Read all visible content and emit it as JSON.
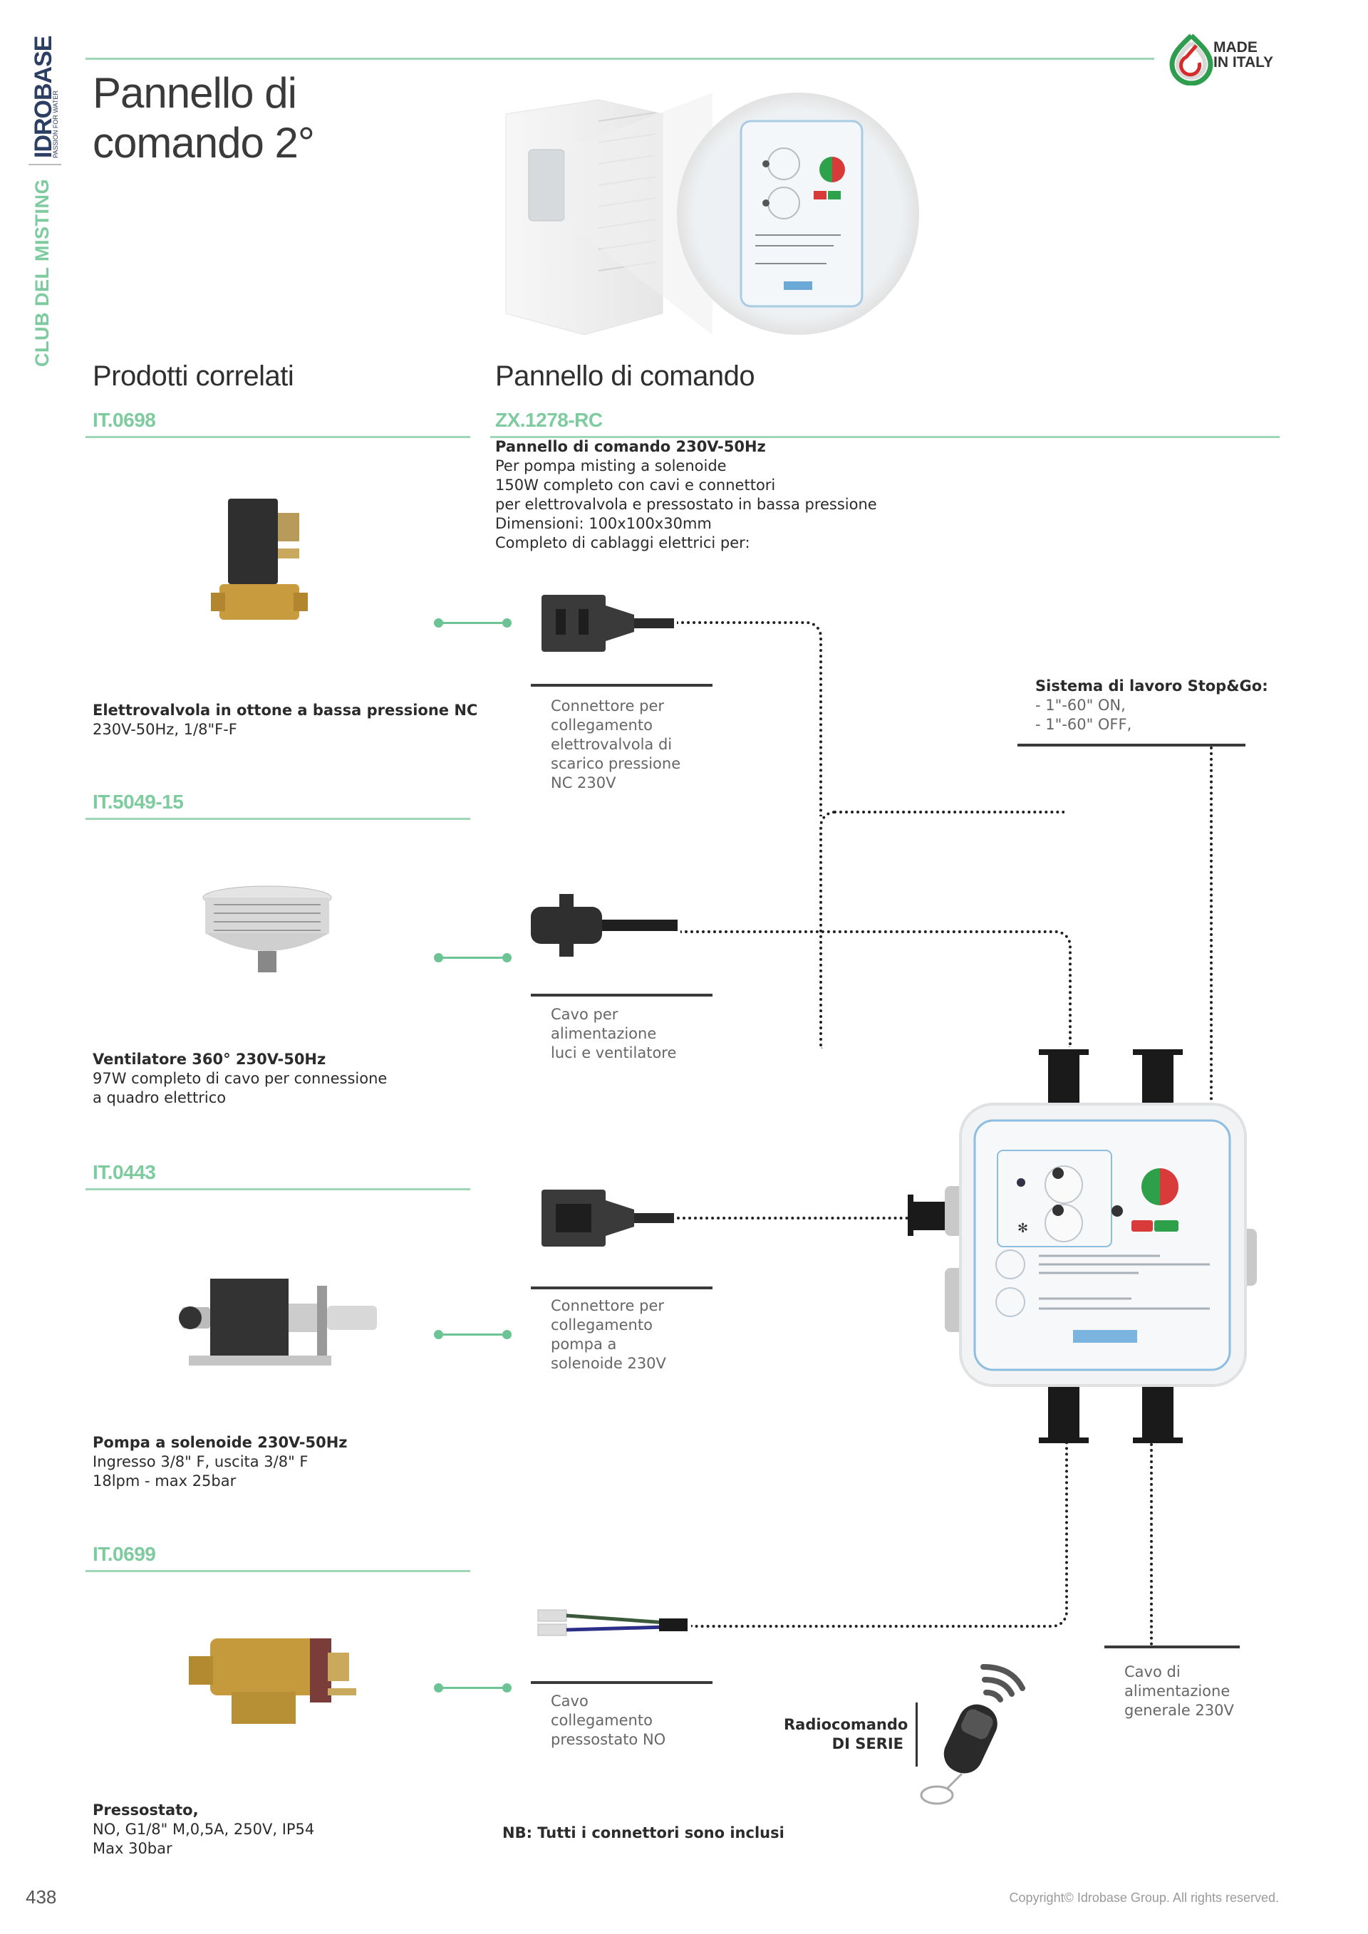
{
  "sidebar": {
    "brand": "IDROBASE",
    "brand_tagline": "PASSION FOR WATER",
    "section": "CLUB DEL MISTING"
  },
  "header": {
    "title_line1": "Pannello di",
    "title_line2": "comando 2°",
    "badge_line1": "MADE",
    "badge_line2": "IN ITALY"
  },
  "related": {
    "heading": "Prodotti correlati",
    "items": [
      {
        "code": "IT.0698",
        "name": "Elettrovalvola in ottone a bassa pressione NC",
        "details": [
          "230V-50Hz, 1/8\"F-F"
        ],
        "connector_caption": [
          "Connettore per",
          "collegamento",
          "elettrovalvola di",
          "scarico pressione",
          "NC 230V"
        ]
      },
      {
        "code": "IT.5049-15",
        "name": "Ventilatore 360° 230V-50Hz",
        "details": [
          "97W completo di cavo per connessione",
          "a quadro elettrico"
        ],
        "connector_caption": [
          "Cavo per",
          "alimentazione",
          "luci e ventilatore"
        ]
      },
      {
        "code": "IT.0443",
        "name": "Pompa a solenoide 230V-50Hz",
        "details": [
          "Ingresso 3/8\" F, uscita 3/8\" F",
          "18lpm - max 25bar"
        ],
        "connector_caption": [
          "Connettore per",
          "collegamento",
          "pompa a",
          "solenoide 230V"
        ]
      },
      {
        "code": "IT.0699",
        "name": "Pressostato,",
        "details": [
          "NO, G1/8\" M,0,5A, 250V, IP54",
          "Max 30bar"
        ],
        "connector_caption": [
          "Cavo",
          "collegamento",
          "pressostato NO"
        ]
      }
    ]
  },
  "panel": {
    "heading": "Pannello di comando",
    "code": "ZX.1278-RC",
    "description_title": "Pannello di comando 230V-50Hz",
    "description": [
      "Per pompa misting a solenoide",
      "150W completo con cavi e connettori",
      "per elettrovalvola e pressostato in bassa pressione",
      "Dimensioni: 100x100x30mm",
      "Completo di cablaggi elettrici per:"
    ],
    "stopgo_title": "Sistema di lavoro Stop&Go:",
    "stopgo_lines": [
      "- 1\"-60\" ON,",
      "- 1\"-60\" OFF,"
    ],
    "power_caption": [
      "Cavo di",
      "alimentazione",
      "generale 230V"
    ],
    "remote_line1": "Radiocomando",
    "remote_line2": "DI SERIE",
    "note": "NB: Tutti i connettori sono inclusi"
  },
  "footer": {
    "page_number": "438",
    "copyright": "Copyright© Idrobase Group. All rights reserved."
  },
  "colors": {
    "accent_green": "#7fcba0",
    "brand_navy": "#2d3e63",
    "link_green": "#6cc393"
  }
}
